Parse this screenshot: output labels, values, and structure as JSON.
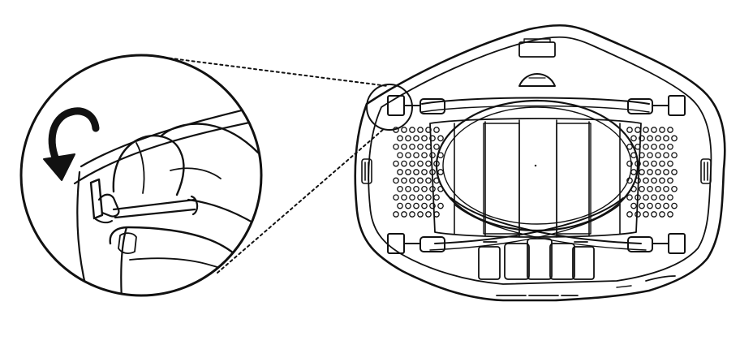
{
  "figure": {
    "stroke_color": "#111111",
    "fill_color": "#ffffff",
    "components": {
      "detail_magnifier": "magnified-view-of-strap-clip",
      "rotation_arrow_icon": "curved-arrow-counterclockwise-icon",
      "mask_body": "face-mask-inner-frame-back-view",
      "zoom_target": "top-left-strap-clip"
    }
  }
}
